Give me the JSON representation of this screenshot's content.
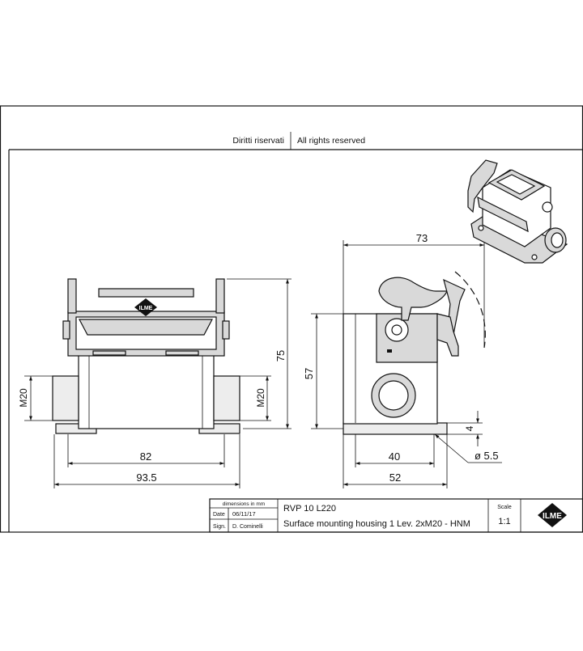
{
  "header": {
    "rights_it": "Diritti riservati",
    "rights_en": "All rights reserved"
  },
  "front_view": {
    "width_inner": "82",
    "width_outer": "93.5",
    "height": "75",
    "gland_left": "M20",
    "gland_right": "M20"
  },
  "side_view": {
    "width_top": "73",
    "height": "57",
    "base_thickness": "4",
    "hole_spacing": "40",
    "base_width": "52",
    "hole_diameter": "ø 5.5"
  },
  "title_block": {
    "units_note": "dimensions in mm",
    "date_label": "Date",
    "date_value": "06/11/17",
    "sign_label": "Sign.",
    "sign_value": "D. Cominelli",
    "part_code": "RVP 10 L220",
    "description": "Surface mounting housing 1 Lev. 2xM20 - HNM",
    "scale_label": "Scale",
    "scale_value": "1:1",
    "logo_text": "ILME"
  }
}
